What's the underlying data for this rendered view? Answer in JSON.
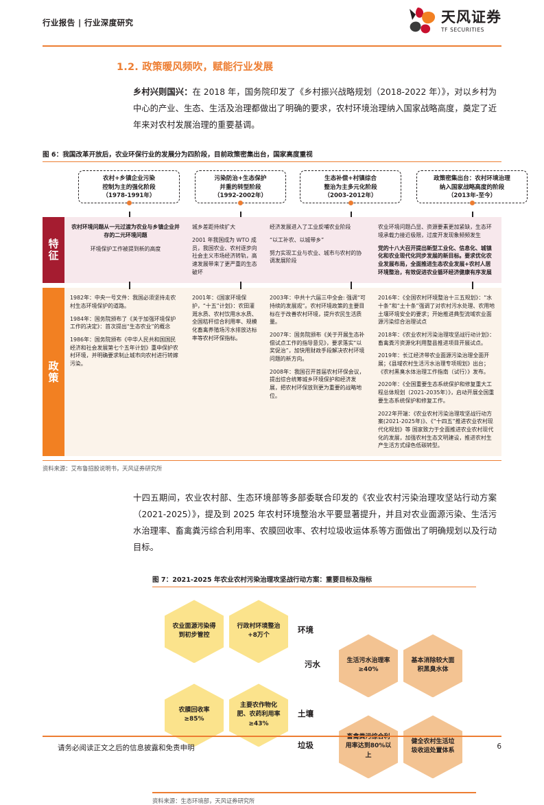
{
  "header": {
    "left_title": "行业报告 | 行业深度研究",
    "logo_cn": "天风证券",
    "logo_en": "TF SECURITIES",
    "accent": "#ED7D31"
  },
  "section": {
    "title": "1.2. 政策暖风频吹，赋能行业发展"
  },
  "intro": {
    "lead": "乡村兴则国兴：",
    "text": "在 2018 年，国务院印发了《乡村振兴战略规划（2018-2022 年）》，对以乡村为中心的产业、生态、生活及治理都做出了明确的要求，农村环境治理纳入国家战略高度，奠定了近年来对农村发展治理的重要基调。"
  },
  "fig6": {
    "caption_lead": "图 6：",
    "caption": "我国改革开放后，农业环保行业的发展分为四阶段，目前政策密集出台，国家高度重视",
    "source": "资料来源：艾布鲁招股说明书，天风证券研究所",
    "stages": [
      {
        "line1": "农村+乡镇企业污染",
        "line2": "控制为主的强化阶段",
        "line3": "（1978-1991年）"
      },
      {
        "line1": "污染防治+生态保护",
        "line2": "并重的转型阶段",
        "line3": "（1992-2002年）"
      },
      {
        "line1": "生态补偿+村镇综合",
        "line2": "整治为主多元化阶段",
        "line3": "（2003-2012年）"
      },
      {
        "line1": "政策密集出台：农村环境治理",
        "line2": "纳入国家战略高度的阶段",
        "line3": "（2013年-至今）"
      }
    ],
    "row_labels": {
      "feature": "特征",
      "policy": "政策"
    },
    "features": [
      {
        "hl": "农村环境问题从一元过渡为农业与乡镇企业并存的二元环境问题",
        "body": "环境保护工作被提到新的高度"
      },
      {
        "p1": "城乡差距持续扩大",
        "p2": "2001 年我国成为 WTO 成员，我国农业、农村逐步向社会主义市场经济转轨，高速发展带来了更严重的生态破坏"
      },
      {
        "p1": "经济发展进入了工业反哺农业阶段",
        "p2": "“以工补农、以城带乡”",
        "p3": "努力实现工业与农业、城市与农村的协调发展阶段"
      },
      {
        "p1": "农业环境问题凸显、资源要素更加紧缺，生态环境承载力接近极限，过度开发现象频频发生",
        "p2": "党的十八大召开提出新型工业化、信息化、城镇化和农业现代化同步发展的新目标。要求优化农业发展布局，全面推进生态农业发展+农村人居环境整治，有效促进农业循环经济健康有序发展"
      }
    ],
    "policies": [
      [
        "1982年：中央一号文件：我国必须坚持走农村生态环境保护的道路。",
        "1984年：国务院颁布了《关于加强环境保护工作的决定》：首次提出“生态农业”的概念",
        "1986年：国务院颁布《中华人民共和国国民经济和社会发展第七个五年计划》重申保护农村环境，并明确要求制止城市向农村进行转嫁污染。"
      ],
      [
        "2001年：《国家环境保护，“十五”计划》：农田灌溉水质、农村饮用水水质、全国秸秆综合利用率、规模化畜禽养殖场污水排放达标率等农村环保指标。"
      ],
      [
        "2003年：中共十六届三中全会: 强调“可持续的发展观”。农村环境政策的主要目标在于改善农村环境，提升农民生活质量。",
        "2007年：国务院颁布《关于开展生态补偿试点工作的指导意见》，要求落实“以奖促治”，加快用财政手段解决农村环境问题的新方向。",
        "2008年：我国召开首届农村环保会议，提出综合统筹城乡环境保护和经济发展，把农村环保放到更为重要的战略地位。"
      ],
      [
        "2016年：《全国农村环境整治十三五规划》：“水十条”和“土十条”强调了对农村污水处理、农用地土壤环境安全的要求；开始推进典型流域农业面源污染综合治理试点",
        "2018年：《农业农村污染治理攻坚战行动计划》：畜禽粪污资源化利用整县推进项目开展试点。",
        "2019年：长江经济带农业面源污染治理全面开展；《县域农村生活污水治理专项规划》出台；《农村黑臭水体治理工作指南（试行）》发布。",
        "2020年：《全国重要生态系统保护和修复重大工程总体规划（2021-2035年）》，启动开展全国重要生态系统保护和修复工作。",
        "2022年开端：《农业农村污染治理攻坚战行动方案(2021-2025年)》、《“十四五”推进农业农村现代化规划》等 国家致力于全面推进农业农村现代化的发展，加强农村生态文明建设，推进农村生产生活方式绿色低碳转型。"
      ]
    ]
  },
  "midpara": {
    "text": "十四五期间，农业农村部、生态环境部等多部委联合印发的《农业农村污染治理攻坚站行动方案（2021-2025）》，提及到 2025 年农村环境整治水平要显著提升，并且对农业面源污染、生活污水治理率、畜禽粪污综合利用率、农膜回收率、农村垃圾收运体系等方面做出了明确规划以及行动目标。"
  },
  "fig7": {
    "caption_lead": "图 7：",
    "caption": "2021-2025 年农业农村污染治理攻坚战行动方案：重要目标及指标",
    "source": "资料来源：生态环境部，天风证券研究所",
    "categories": [
      {
        "label": "环境"
      },
      {
        "label": "污水"
      },
      {
        "label": "土壤"
      },
      {
        "label": "垃圾"
      }
    ],
    "colors": {
      "yellow": "#FBE38C",
      "orange": "#F3C392"
    },
    "nodes": [
      {
        "text": "农业面源污染得到初步管控",
        "color": "yellow",
        "group": "环境"
      },
      {
        "text": "行政村环境整治\n+8万个",
        "color": "yellow",
        "group": "环境"
      },
      {
        "text": "生活污水治理率\n≥40%",
        "color": "orange",
        "group": "污水"
      },
      {
        "text": "基本消除较大面积黑臭水体",
        "color": "orange",
        "group": "污水"
      },
      {
        "text": "农膜回收率\n≥85%",
        "color": "yellow",
        "group": "土壤"
      },
      {
        "text": "主要农作物化肥、农药利用率≥43%",
        "color": "yellow",
        "group": "土壤"
      },
      {
        "text": "畜禽粪污综合利用率达到80%以上",
        "color": "orange",
        "group": "垃圾"
      },
      {
        "text": "健全农村生活垃圾收运处置体系",
        "color": "orange",
        "group": "垃圾"
      }
    ]
  },
  "footer": {
    "disclaimer": "请务必阅读正文之后的信息披露和免责申明",
    "page": "6"
  }
}
